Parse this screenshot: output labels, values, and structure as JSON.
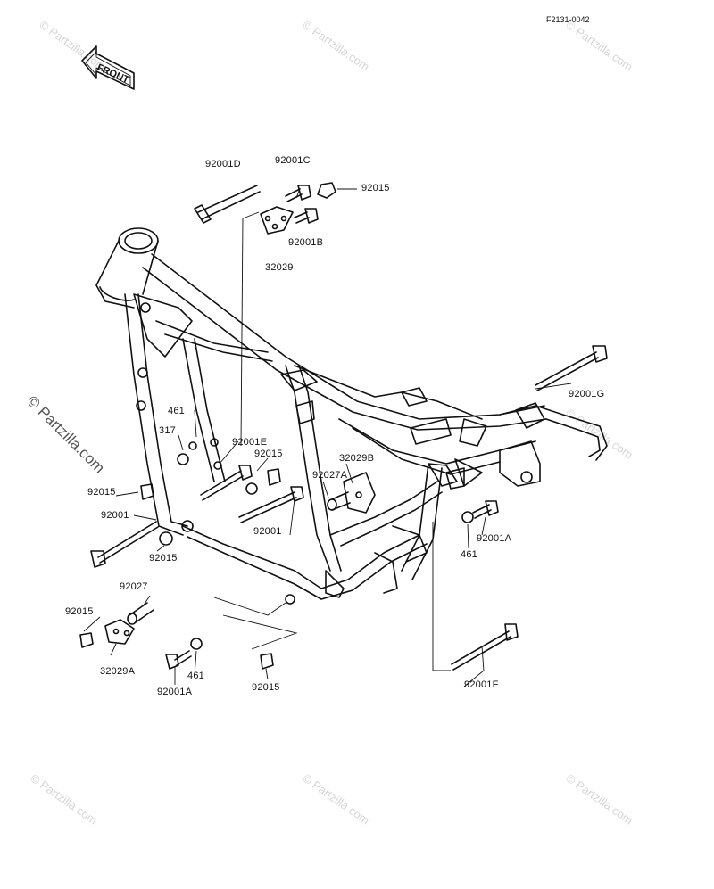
{
  "diagram": {
    "ref_code": "F2131-0042",
    "front_label": "FRONT",
    "watermark": "© Partzilla.com",
    "labels": {
      "l_92001D": "92001D",
      "l_92001C": "92001C",
      "l_92015_top": "92015",
      "l_92001B": "92001B",
      "l_32029": "32029",
      "l_92001G": "92001G",
      "l_461_a": "461",
      "l_317": "317",
      "l_92001E": "92001E",
      "l_92015_b": "92015",
      "l_32029B": "32029B",
      "l_92027A": "92027A",
      "l_92015_left": "92015",
      "l_92001_left": "92001",
      "l_92001_mid": "92001",
      "l_92015_c": "92015",
      "l_92001A_right": "92001A",
      "l_461_right": "461",
      "l_92027": "92027",
      "l_92015_d": "92015",
      "l_32029A": "32029A",
      "l_461_bottom": "461",
      "l_92001A_bottom": "92001A",
      "l_92015_bottom": "92015",
      "l_92001F": "92001F"
    }
  }
}
